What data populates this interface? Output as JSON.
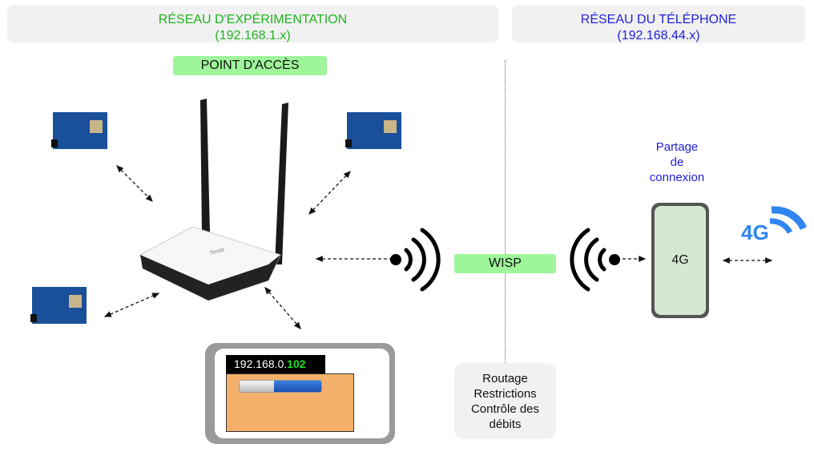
{
  "zones": {
    "experiment": {
      "title": "RÉSEAU D'EXPÉRIMENTATION",
      "subnet": "(192.168.1.x)",
      "color": "#1db31d"
    },
    "phone": {
      "title": "RÉSEAU DU TÉLÉPHONE",
      "subnet": "(192.168.44.x)",
      "color": "#1f1fd8"
    }
  },
  "access_point": {
    "label": "POINT D'ACCÈS"
  },
  "link": {
    "label": "WISP"
  },
  "routing": {
    "lines": [
      "Routage",
      "Restrictions",
      "Contrôle des",
      "débits"
    ]
  },
  "tablet": {
    "ip_prefix": "192.168.0.",
    "ip_suffix": "102",
    "progress_filled_fraction": 0.58
  },
  "phone": {
    "share_lines": [
      "Partage",
      "de",
      "connexion"
    ],
    "screen_label": "4G"
  },
  "cellular": {
    "badge": "4G"
  },
  "icons": [
    "router-icon",
    "esp-board-icon",
    "wifi-signal-icon",
    "4g-signal-icon",
    "tablet-icon",
    "smartphone-icon"
  ]
}
